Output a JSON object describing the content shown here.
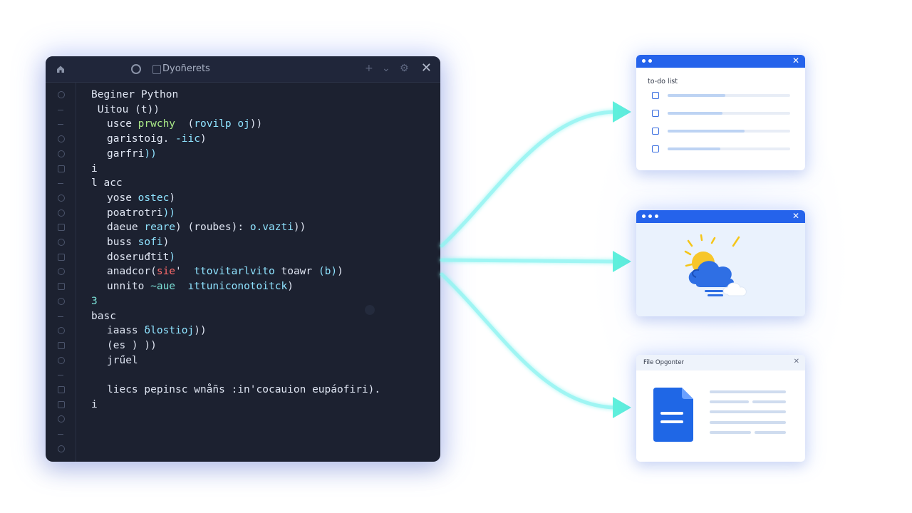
{
  "editor": {
    "title": "Dyoñerets",
    "close_glyph": "✕",
    "add_glyph": "+",
    "chevron_glyph": "⌄",
    "settings_glyph": "⚙",
    "code_lines": [
      {
        "indent": 0,
        "segments": [
          {
            "t": "Beginer Python"
          }
        ]
      },
      {
        "indent": 0,
        "segments": [
          {
            "t": " Uitou (t))"
          }
        ]
      },
      {
        "indent": 1,
        "segments": [
          {
            "t": "usce "
          },
          {
            "t": "prwchy",
            "c": "kw"
          },
          {
            "t": "  ("
          },
          {
            "t": "rovilp oj",
            "c": "str"
          },
          {
            "t": "))"
          }
        ]
      },
      {
        "indent": 1,
        "segments": [
          {
            "t": "garistoig. "
          },
          {
            "t": "-iic",
            "c": "str"
          },
          {
            "t": ")"
          }
        ]
      },
      {
        "indent": 1,
        "segments": [
          {
            "t": "garfri"
          },
          {
            "t": "))",
            "c": "str"
          }
        ]
      },
      {
        "indent": 0,
        "segments": [
          {
            "t": "i"
          }
        ]
      },
      {
        "indent": 0,
        "segments": [
          {
            "t": "l acc"
          }
        ]
      },
      {
        "indent": 1,
        "segments": [
          {
            "t": "yose "
          },
          {
            "t": "ostec",
            "c": "str"
          },
          {
            "t": ")"
          }
        ]
      },
      {
        "indent": 1,
        "segments": [
          {
            "t": "poatrotri"
          },
          {
            "t": "))",
            "c": "str"
          }
        ]
      },
      {
        "indent": 1,
        "segments": [
          {
            "t": "daeue "
          },
          {
            "t": "reare",
            "c": "str"
          },
          {
            "t": ") (roubes): "
          },
          {
            "t": "o.vazti",
            "c": "str"
          },
          {
            "t": "))"
          }
        ]
      },
      {
        "indent": 1,
        "segments": [
          {
            "t": "buss "
          },
          {
            "t": "sofi",
            "c": "str"
          },
          {
            "t": ")"
          }
        ]
      },
      {
        "indent": 1,
        "segments": [
          {
            "t": "doseruđtit"
          },
          {
            "t": ")",
            "c": "str"
          }
        ]
      },
      {
        "indent": 1,
        "segments": [
          {
            "t": "anadcor("
          },
          {
            "t": "sie",
            "c": "red"
          },
          {
            "t": "'  "
          },
          {
            "t": "ttovitarlvito",
            "c": "str"
          },
          {
            "t": " toawr "
          },
          {
            "t": "(b)",
            "c": "str"
          },
          {
            "t": ")"
          }
        ]
      },
      {
        "indent": 1,
        "segments": [
          {
            "t": "unnito "
          },
          {
            "t": "~aue",
            "c": "tl"
          },
          {
            "t": "  "
          },
          {
            "t": "ıttuniconotoitck",
            "c": "str"
          },
          {
            "t": ")"
          }
        ]
      },
      {
        "indent": 0,
        "segments": [
          {
            "t": "3",
            "c": "tl"
          }
        ]
      },
      {
        "indent": 0,
        "segments": [
          {
            "t": "basc"
          }
        ]
      },
      {
        "indent": 1,
        "segments": [
          {
            "t": "iaass "
          },
          {
            "t": "δlostioj",
            "c": "str"
          },
          {
            "t": "))"
          }
        ]
      },
      {
        "indent": 1,
        "segments": [
          {
            "t": "(es ) ))"
          }
        ]
      },
      {
        "indent": 1,
        "segments": [
          {
            "t": "jrűel"
          }
        ]
      },
      {
        "indent": 0,
        "segments": [
          {
            "t": ""
          }
        ]
      },
      {
        "indent": 1,
        "segments": [
          {
            "t": "liecs pepinsc wnåñs :in'cocauion eupáofiri)."
          }
        ]
      },
      {
        "indent": 0,
        "segments": [
          {
            "t": "i"
          }
        ]
      }
    ]
  },
  "todo_card": {
    "title": "to-do list",
    "close_glyph": "✕",
    "items": [
      {
        "progress": 0.47
      },
      {
        "progress": 0.45
      },
      {
        "progress": 0.63
      },
      {
        "progress": 0.43
      }
    ]
  },
  "weather_card": {
    "close_glyph": "✕"
  },
  "file_card": {
    "title": "File Opgonter",
    "close_glyph": "✕"
  },
  "colors": {
    "editor_bg": "#1c2130",
    "accent_blue": "#2563eb",
    "connector_cyan": "#7ff3ef",
    "arrow_teal": "#5ff0dc"
  }
}
